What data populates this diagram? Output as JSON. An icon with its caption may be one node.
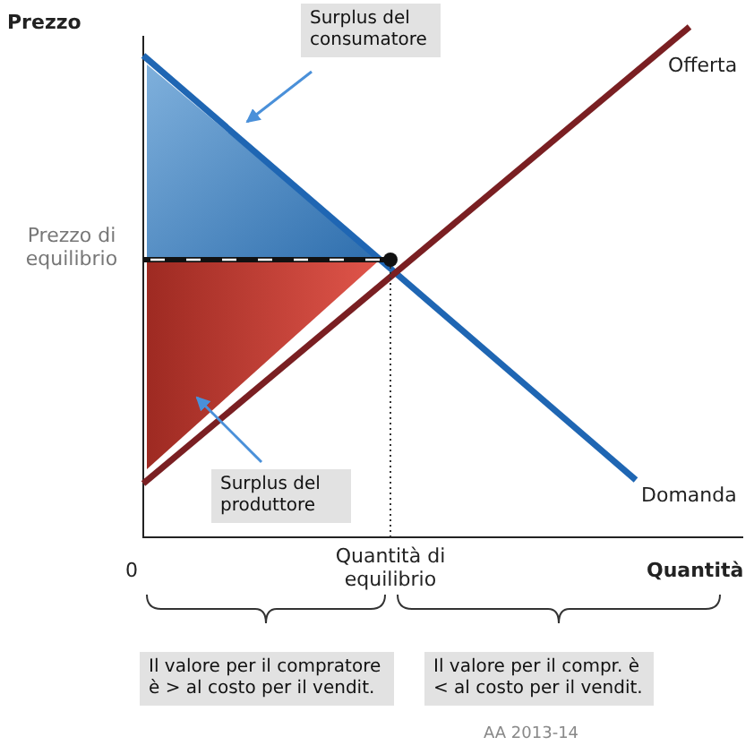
{
  "diagram": {
    "nodes": [
      {
        "text": [
          "Surplus del consumatore"
        ]
      },
      {
        "text": [],
        "shape": "triangle"
      },
      {
        "text": [
          "Surplus del produttore"
        ]
      },
      {
        "text": [],
        "shape": "triangle"
      },
      {
        "text": [
          "Il valore per il compratore è > al costo per il vendit."
        ]
      },
      {
        "text": [
          "Il valore per il compr. è < al costo per il vendit."
        ]
      }
    ],
    "edges": [
      {
        "from": 0,
        "to": 1,
        "arrow": "to"
      },
      {
        "from": 2,
        "to": 3,
        "arrow": "to"
      }
    ],
    "labels": [
      "Prezzo",
      "Offerta",
      "Prezzo di equilibrio",
      "Domanda",
      "0",
      "Quantità di equilibrio",
      "Quantità",
      "AA 2013-14"
    ]
  }
}
